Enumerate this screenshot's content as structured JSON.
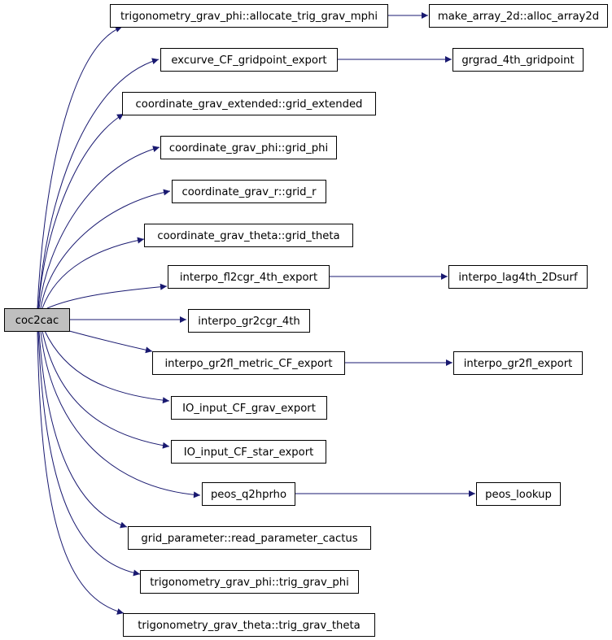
{
  "colors": {
    "edge": "#191970",
    "node_border": "#000000",
    "node_fill": "#ffffff",
    "root_fill": "#bfbfbf",
    "background": "#ffffff"
  },
  "nodes": {
    "coc2cac": "coc2cac",
    "allocate_trig_grav_mphi": "trigonometry_grav_phi::allocate_trig_grav_mphi",
    "alloc_array2d": "make_array_2d::alloc_array2d",
    "excurve_cf_gridpoint_export": "excurve_CF_gridpoint_export",
    "grgrad_4th_gridpoint": "grgrad_4th_gridpoint",
    "grid_extended": "coordinate_grav_extended::grid_extended",
    "grid_phi": "coordinate_grav_phi::grid_phi",
    "grid_r": "coordinate_grav_r::grid_r",
    "grid_theta": "coordinate_grav_theta::grid_theta",
    "interpo_fl2cgr_4th_export": "interpo_fl2cgr_4th_export",
    "interpo_lag4th_2dsurf": "interpo_lag4th_2Dsurf",
    "interpo_gr2cgr_4th": "interpo_gr2cgr_4th",
    "interpo_gr2fl_metric_cf_export": "interpo_gr2fl_metric_CF_export",
    "interpo_gr2fl_export": "interpo_gr2fl_export",
    "io_input_cf_grav_export": "IO_input_CF_grav_export",
    "io_input_cf_star_export": "IO_input_CF_star_export",
    "peos_q2hprho": "peos_q2hprho",
    "peos_lookup": "peos_lookup",
    "read_parameter_cactus": "grid_parameter::read_parameter_cactus",
    "trig_grav_phi": "trigonometry_grav_phi::trig_grav_phi",
    "trig_grav_theta": "trigonometry_grav_theta::trig_grav_theta"
  },
  "edges": [
    {
      "from": "coc2cac",
      "to": "allocate_trig_grav_mphi"
    },
    {
      "from": "coc2cac",
      "to": "excurve_cf_gridpoint_export"
    },
    {
      "from": "coc2cac",
      "to": "grid_extended"
    },
    {
      "from": "coc2cac",
      "to": "grid_phi"
    },
    {
      "from": "coc2cac",
      "to": "grid_r"
    },
    {
      "from": "coc2cac",
      "to": "grid_theta"
    },
    {
      "from": "coc2cac",
      "to": "interpo_fl2cgr_4th_export"
    },
    {
      "from": "coc2cac",
      "to": "interpo_gr2cgr_4th"
    },
    {
      "from": "coc2cac",
      "to": "interpo_gr2fl_metric_cf_export"
    },
    {
      "from": "coc2cac",
      "to": "io_input_cf_grav_export"
    },
    {
      "from": "coc2cac",
      "to": "io_input_cf_star_export"
    },
    {
      "from": "coc2cac",
      "to": "peos_q2hprho"
    },
    {
      "from": "coc2cac",
      "to": "read_parameter_cactus"
    },
    {
      "from": "coc2cac",
      "to": "trig_grav_phi"
    },
    {
      "from": "coc2cac",
      "to": "trig_grav_theta"
    },
    {
      "from": "allocate_trig_grav_mphi",
      "to": "alloc_array2d"
    },
    {
      "from": "excurve_cf_gridpoint_export",
      "to": "grgrad_4th_gridpoint"
    },
    {
      "from": "interpo_fl2cgr_4th_export",
      "to": "interpo_lag4th_2dsurf"
    },
    {
      "from": "interpo_gr2fl_metric_cf_export",
      "to": "interpo_gr2fl_export"
    },
    {
      "from": "peos_q2hprho",
      "to": "peos_lookup"
    }
  ]
}
